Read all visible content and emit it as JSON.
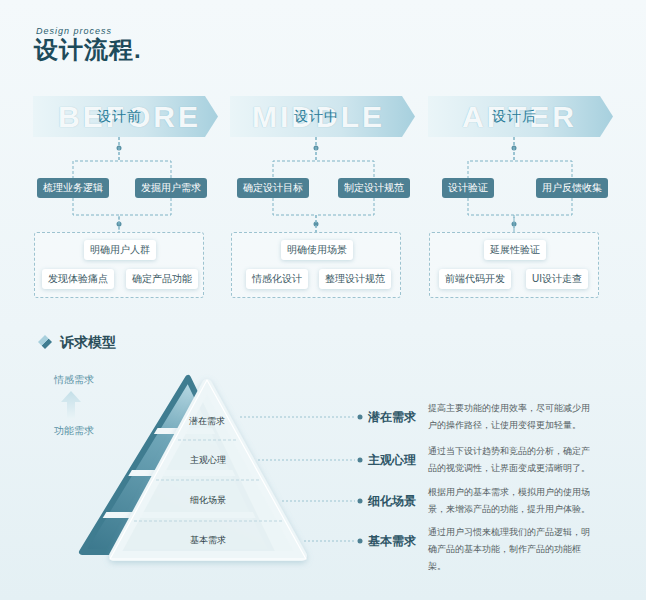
{
  "diagram": {
    "title": "设计流程.",
    "nodes": [
      {
        "text": [
          "设计前"
        ]
      },
      {
        "text": [
          "梳理业务逻辑"
        ]
      },
      {
        "text": [
          "发掘用户需求"
        ]
      },
      {
        "text": []
      },
      {
        "text": [
          "明确用户人群"
        ],
        "in": 3
      },
      {
        "text": [
          "发现体验痛点"
        ],
        "in": 3
      },
      {
        "text": [
          "确定产品功能"
        ],
        "in": 3
      },
      {
        "text": [
          "设计中"
        ]
      },
      {
        "text": [
          "确定设计目标"
        ]
      },
      {
        "text": [
          "制定设计规范"
        ]
      },
      {
        "text": []
      },
      {
        "text": [
          "明确使用场景"
        ],
        "in": 10
      },
      {
        "text": [
          "情感化设计"
        ],
        "in": 10
      },
      {
        "text": [
          "整理设计规范"
        ],
        "in": 10
      },
      {
        "text": [
          "设计后"
        ]
      },
      {
        "text": [
          "设计验证"
        ]
      },
      {
        "text": [
          "用户反馈收集"
        ]
      },
      {
        "text": []
      },
      {
        "text": [
          "延展性验证"
        ],
        "in": 17
      },
      {
        "text": [
          "前端代码开发"
        ],
        "in": 17
      },
      {
        "text": [
          "UI设计走查"
        ],
        "in": 17
      },
      {
        "text": [
          "潜在需求"
        ]
      },
      {
        "text": [
          "主观心理"
        ]
      },
      {
        "text": [
          "细化场景"
        ]
      },
      {
        "text": [
          "基本需求"
        ]
      }
    ],
    "edges": [
      {
        "from": 0,
        "to": 1,
        "arrow": "none"
      },
      {
        "from": 0,
        "to": 2,
        "arrow": "none"
      },
      {
        "from": 1,
        "to": 3,
        "arrow": "none"
      },
      {
        "from": 2,
        "to": 3,
        "arrow": "none"
      },
      {
        "from": 7,
        "to": 8,
        "arrow": "none"
      },
      {
        "from": 7,
        "to": 9,
        "arrow": "none"
      },
      {
        "from": 8,
        "to": 10,
        "arrow": "none"
      },
      {
        "from": 9,
        "to": 10,
        "arrow": "none"
      },
      {
        "from": 14,
        "to": 15,
        "arrow": "none"
      },
      {
        "from": 14,
        "to": 16,
        "arrow": "none"
      },
      {
        "from": 15,
        "to": 17,
        "arrow": "none"
      },
      {
        "from": 16,
        "to": 17,
        "arrow": "none"
      }
    ],
    "labels": [
      "Design process",
      "BEFORE",
      "MIDDLE",
      "AFTER",
      "诉求模型",
      "情感需求",
      "功能需求",
      "潜在需求",
      "提高主要功能的使用效率，尽可能减少用户的操作路径，让使用变得更加轻量。",
      "主观心理",
      "通过当下设计趋势和竞品的分析，确定产品的视觉调性，让界面变成更清晰明了。",
      "细化场景",
      "根据用户的基本需求，模拟用户的使用场景，来增添产品的功能，提升用户体验。",
      "基本需求",
      "通过用户习惯来梳理我们的产品逻辑，明确产品的基本功能，制作产品的功能框架。"
    ]
  }
}
